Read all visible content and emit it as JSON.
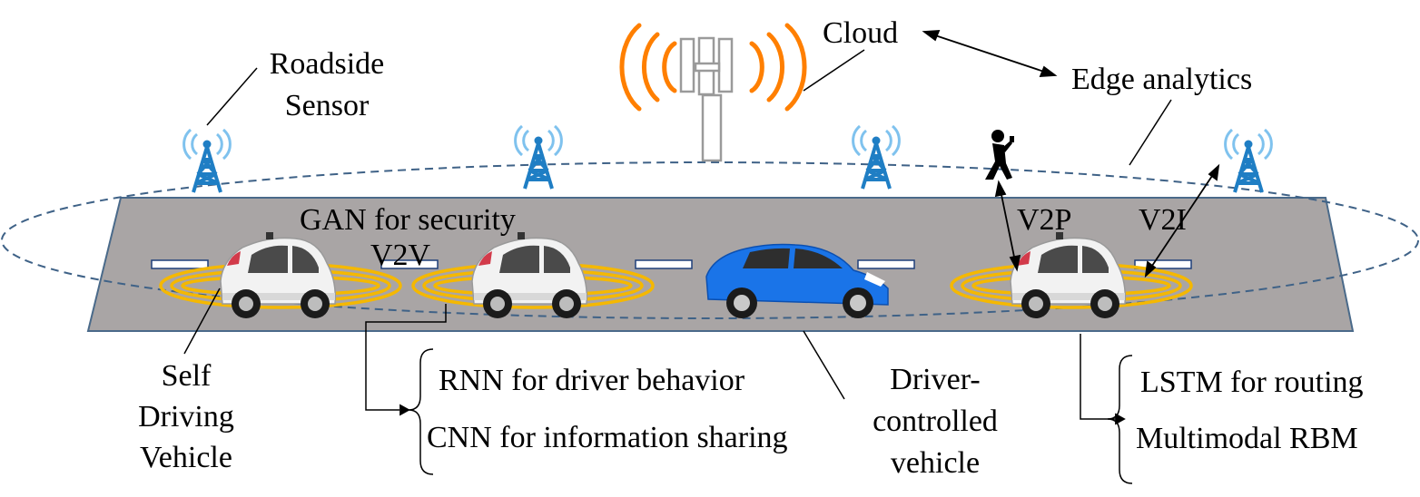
{
  "labels": {
    "cloud": "Cloud",
    "edge_analytics": "Edge analytics",
    "roadside_sensor_line1": "Roadside",
    "roadside_sensor_line2": "Sensor",
    "gan_security": "GAN for security",
    "v2v": "V2V",
    "v2p": "V2P",
    "v2i": "V2I",
    "self_driving_line1": "Self",
    "self_driving_line2": "Driving",
    "self_driving_line3": "Vehicle",
    "rnn": "RNN for driver behavior",
    "cnn": "CNN for information sharing",
    "driver_line1": "Driver-",
    "driver_line2": "controlled",
    "driver_line3": "vehicle",
    "lstm": "LSTM for routing",
    "rbm": "Multimodal RBM"
  },
  "colors": {
    "road": "#a9a5a5",
    "road_edge": "#4a6a8a",
    "lane_mark": "#ffffff",
    "lane_mark_edge": "#1f3f7a",
    "signal_ring": "#f5b800",
    "tower_signal": "#ff7f00",
    "sensor_tower": "#1f7ec4",
    "sensor_wave": "#7fc2ee",
    "dashed_ellipse": "#3f6287",
    "car_blue": "#1a74e8",
    "car_white": "#f2f2f2",
    "pedestrian": "#000000"
  }
}
